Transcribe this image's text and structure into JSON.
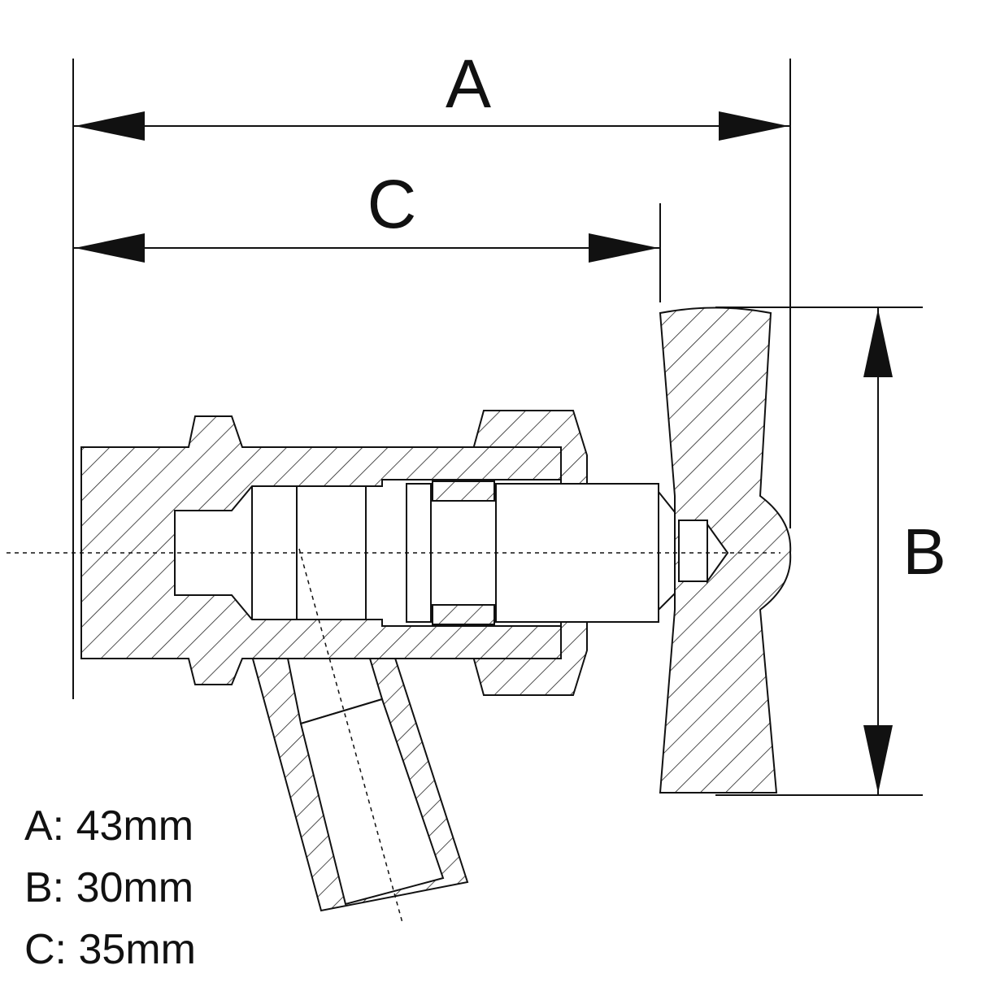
{
  "diagram": {
    "dimension_labels": {
      "a": "A",
      "b": "B",
      "c": "C"
    },
    "legend": [
      {
        "text": "A: 43mm"
      },
      {
        "text": "B: 30mm"
      },
      {
        "text": "C: 35mm"
      }
    ],
    "colors": {
      "line": "#111111",
      "background": "#ffffff"
    }
  }
}
